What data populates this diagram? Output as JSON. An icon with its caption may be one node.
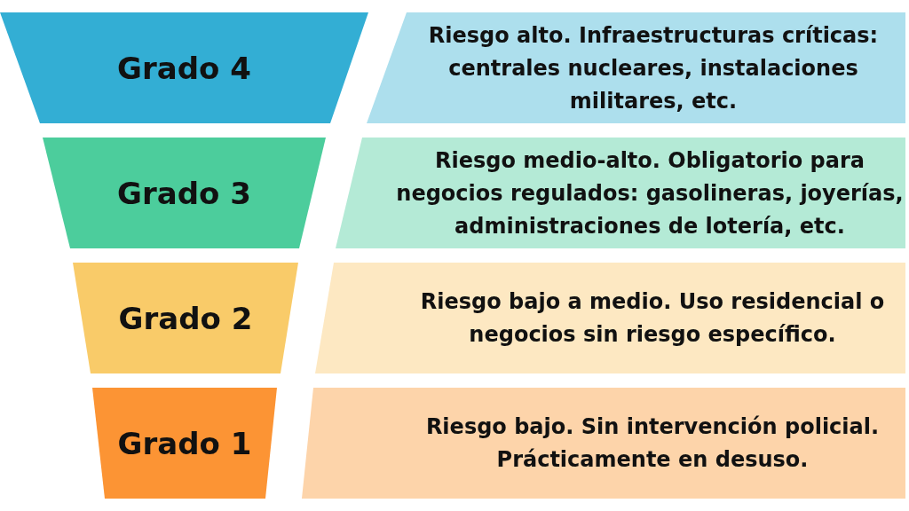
{
  "diagram": {
    "nodes": [
      {
        "text": [
          "Grado 4"
        ]
      },
      {
        "text": [
          "Riesgo alto. Infraestructuras críticas: centrales nucleares, instalaciones militares, etc."
        ]
      },
      {
        "text": [
          "Grado 3"
        ]
      },
      {
        "text": [
          "Riesgo medio-alto. Obligatorio para negocios regulados: gasolineras, joyerías, administraciones de lotería, etc."
        ]
      },
      {
        "text": [
          "Grado 2"
        ]
      },
      {
        "text": [
          "Riesgo bajo a medio. Uso residencial o negocios sin riesgo específico."
        ]
      },
      {
        "text": [
          "Grado 1"
        ]
      },
      {
        "text": [
          "Riesgo bajo. Sin intervención policial. Prácticamente en desuso."
        ]
      }
    ]
  }
}
